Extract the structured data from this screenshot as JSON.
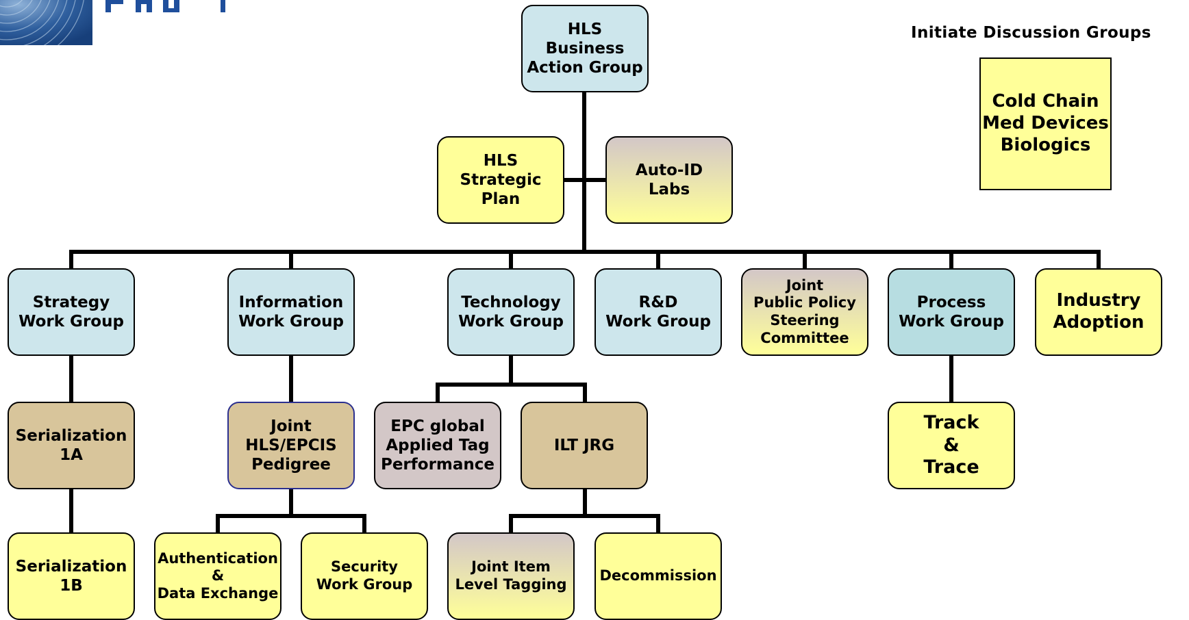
{
  "colors": {
    "light_blue": "#cde6ec",
    "teal": "#b7dde1",
    "yellow": "#ffff99",
    "tan": "#d8c59b",
    "mauve": "#d3c7c7",
    "connector": "#000000",
    "logo_blue": "#1f4f9c"
  },
  "logo": {
    "icon": "swirl-logo-icon"
  },
  "discussion": {
    "title": "Initiate Discussion Groups",
    "box_text": "Cold Chain\nMed Devices\nBiologics"
  },
  "nodes": {
    "hls_bag": "HLS\nBusiness\nAction Group",
    "strategic_plan": "HLS\nStrategic\nPlan",
    "auto_id_labs": "Auto-ID\nLabs",
    "strategy_wg": "Strategy\nWork Group",
    "information_wg": "Information\nWork Group",
    "technology_wg": "Technology\nWork Group",
    "rd_wg": "R&D\nWork Group",
    "public_policy": "Joint\nPublic Policy\nSteering\nCommittee",
    "process_wg": "Process\nWork Group",
    "industry_adoption": "Industry\nAdoption",
    "serialization_1a": "Serialization\n1A",
    "pedigree": "Joint\nHLS/EPCIS\nPedigree",
    "epc_global": "EPC global\nApplied Tag\nPerformance",
    "ilt_jrg": "ILT JRG",
    "track_trace": "Track\n&\nTrace",
    "serialization_1b": "Serialization\n1B",
    "authentication": "Authentication\n&\nData Exchange",
    "security_wg": "Security\nWork Group",
    "item_level_tagging": "Joint Item\nLevel Tagging",
    "decommission": "Decommission"
  }
}
